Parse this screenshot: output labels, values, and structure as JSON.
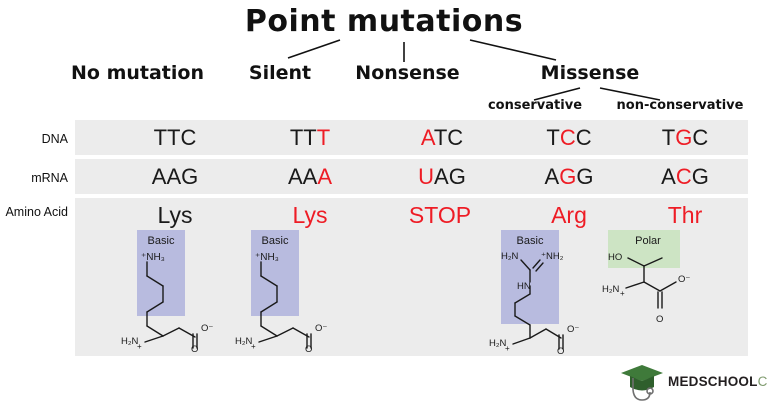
{
  "title": "Point mutations",
  "colors": {
    "mutation_red": "#ee1c25",
    "row_band_gray": "#ececec",
    "basic_box": "#b8bbdf",
    "polar_box": "#cde4c4",
    "text_black": "#1a1a1a",
    "logo_green": "#7f9b6e",
    "logo_dark": "#231f20"
  },
  "tree": {
    "branches": [
      "Silent",
      "Nonsense",
      "Missense"
    ],
    "missense_children": [
      "conservative",
      "non-conservative"
    ]
  },
  "columns": [
    {
      "header": "No mutation",
      "sub": ""
    },
    {
      "header": "Silent",
      "sub": ""
    },
    {
      "header": "Nonsense",
      "sub": ""
    },
    {
      "header": "Missense",
      "sub": "conservative"
    },
    {
      "header": "Missense",
      "sub": "non-conservative"
    }
  ],
  "headers": {
    "no_mutation": "No mutation",
    "silent": "Silent",
    "nonsense": "Nonsense",
    "missense": "Missense",
    "conservative": "conservative",
    "non_conservative": "non-conservative"
  },
  "row_labels": {
    "dna": "DNA",
    "mrna": "mRNA",
    "amino_acid": "Amino Acid"
  },
  "rows": {
    "dna": [
      {
        "pre": "TTC",
        "mut": "",
        "post": ""
      },
      {
        "pre": "TT",
        "mut": "T",
        "post": ""
      },
      {
        "pre": "",
        "mut": "A",
        "post": "TC"
      },
      {
        "pre": "T",
        "mut": "C",
        "post": "C"
      },
      {
        "pre": "T",
        "mut": "G",
        "post": "C"
      }
    ],
    "mrna": [
      {
        "pre": "AAG",
        "mut": "",
        "post": ""
      },
      {
        "pre": "AA",
        "mut": "A",
        "post": ""
      },
      {
        "pre": "",
        "mut": "U",
        "post": "AG"
      },
      {
        "pre": "A",
        "mut": "G",
        "post": "G"
      },
      {
        "pre": "A",
        "mut": "C",
        "post": "G"
      }
    ],
    "amino_acid": [
      {
        "label": "Lys",
        "red": false
      },
      {
        "label": "Lys",
        "red": true
      },
      {
        "label": "STOP",
        "red": true
      },
      {
        "label": "Arg",
        "red": true
      },
      {
        "label": "Thr",
        "red": true
      }
    ]
  },
  "structures": [
    {
      "name": "lysine",
      "property": "Basic",
      "box": "basic",
      "shown": true
    },
    {
      "name": "lysine",
      "property": "Basic",
      "box": "basic",
      "shown": true
    },
    {
      "name": "none",
      "property": "",
      "box": "",
      "shown": false
    },
    {
      "name": "arginine",
      "property": "Basic",
      "box": "basic",
      "shown": true
    },
    {
      "name": "threonine",
      "property": "Polar",
      "box": "polar",
      "shown": true
    }
  ],
  "structure_atoms": {
    "lysine": [
      "+NH₃",
      "H₂N",
      "+",
      "O⁻",
      "O"
    ],
    "arginine": [
      "H₂N",
      "+NH₂",
      "HN",
      "H₂N",
      "+",
      "O⁻",
      "O"
    ],
    "threonine": [
      "HO",
      "H₂N",
      "+",
      "O⁻",
      "O"
    ]
  },
  "logo": {
    "brand_bold": "MEDSCHOOL",
    "brand_light": "COACH",
    "icon": "graduation-cap-stethoscope"
  }
}
